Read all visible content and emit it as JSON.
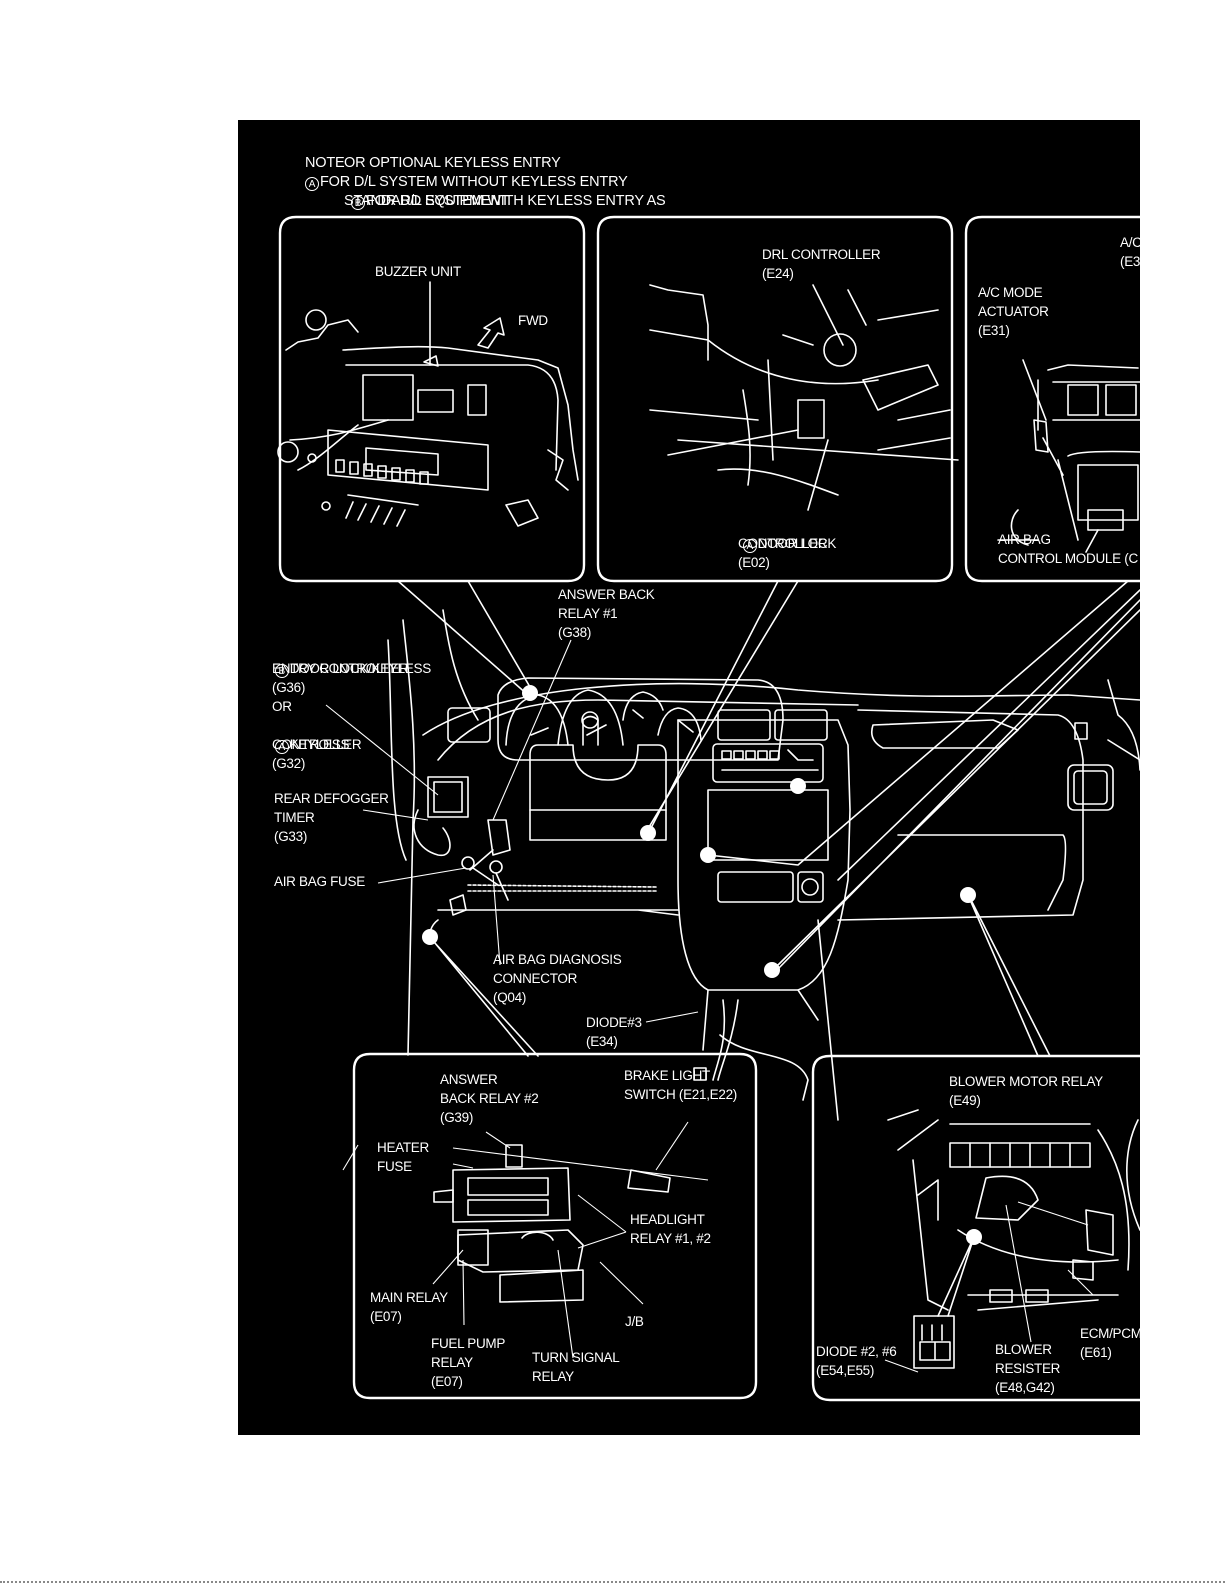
{
  "note": {
    "prefix": "NOTE",
    "a_marker": "A",
    "a_line1": "FOR D/L SYSTEM WITHOUT KEYLESS ENTRY",
    "a_line2": "OR OPTIONAL KEYLESS ENTRY",
    "b_marker": "B",
    "b_line1": "FOR D/L SYSTEM WITH KEYLESS ENTRY AS",
    "b_line2": "STANDARD EQUIPMENT"
  },
  "panels": {
    "buzzer": {
      "buzzer_unit": "BUZZER UNIT",
      "fwd": "FWD"
    },
    "drl": {
      "drl_controller": "DRL CONTROLLER\n(E24)",
      "door_lock_marker": "A",
      "door_lock_controller_l1": "DOOR LOCK",
      "door_lock_controller_l2": "CONTROLLER\n(E02)"
    },
    "ac": {
      "ac_top": "A/C\n(E3",
      "ac_mode_actuator": "A/C MODE\nACTUATOR\n(E31)",
      "air_bag_control_module": "AIR BAG\nCONTROL MODULE (C"
    },
    "junction_block": {
      "answer_back_relay_2": "ANSWER\nBACK RELAY #2\n(G39)",
      "brake_light_switch": "BRAKE LIGHT\nSWITCH (E21,E22)",
      "heater_fuse": "HEATER\nFUSE",
      "headlight_relay": "HEADLIGHT\nRELAY #1, #2",
      "main_relay": "MAIN RELAY\n(E07)",
      "jb": "J/B",
      "fuel_pump_relay": "FUEL PUMP\nRELAY\n(E07)",
      "turn_signal_relay": "TURN SIGNAL\nRELAY"
    },
    "blower": {
      "blower_motor_relay": "BLOWER MOTOR RELAY\n(E49)",
      "ecm_pcm": "ECM/PCM\n(E61)",
      "diode_2_6": "DIODE #2, #6\n(E54,E55)",
      "blower_resister": "BLOWER\nRESISTER\n(E48,G42)"
    }
  },
  "dashboard": {
    "answer_back_relay_1": "ANSWER BACK\nRELAY #1\n(G38)",
    "b_marker": "B",
    "door_lock_keyless_l1": "DOOR LOCK/KEYLESS",
    "door_lock_keyless_l2": "ENTRY CONTROLLER\n(G36)\nOR",
    "a_marker": "A",
    "keyless_controller_l1": "KEYLESS",
    "keyless_controller_l2": "CONTROLLER\n(G32)",
    "rear_defogger_timer": "REAR DEFOGGER\nTIMER\n(G33)",
    "air_bag_fuse": "AIR BAG FUSE",
    "air_bag_diagnosis_connector": "AIR BAG DIAGNOSIS\nCONNECTOR\n(Q04)",
    "diode_3": "DIODE#3\n(E34)"
  }
}
